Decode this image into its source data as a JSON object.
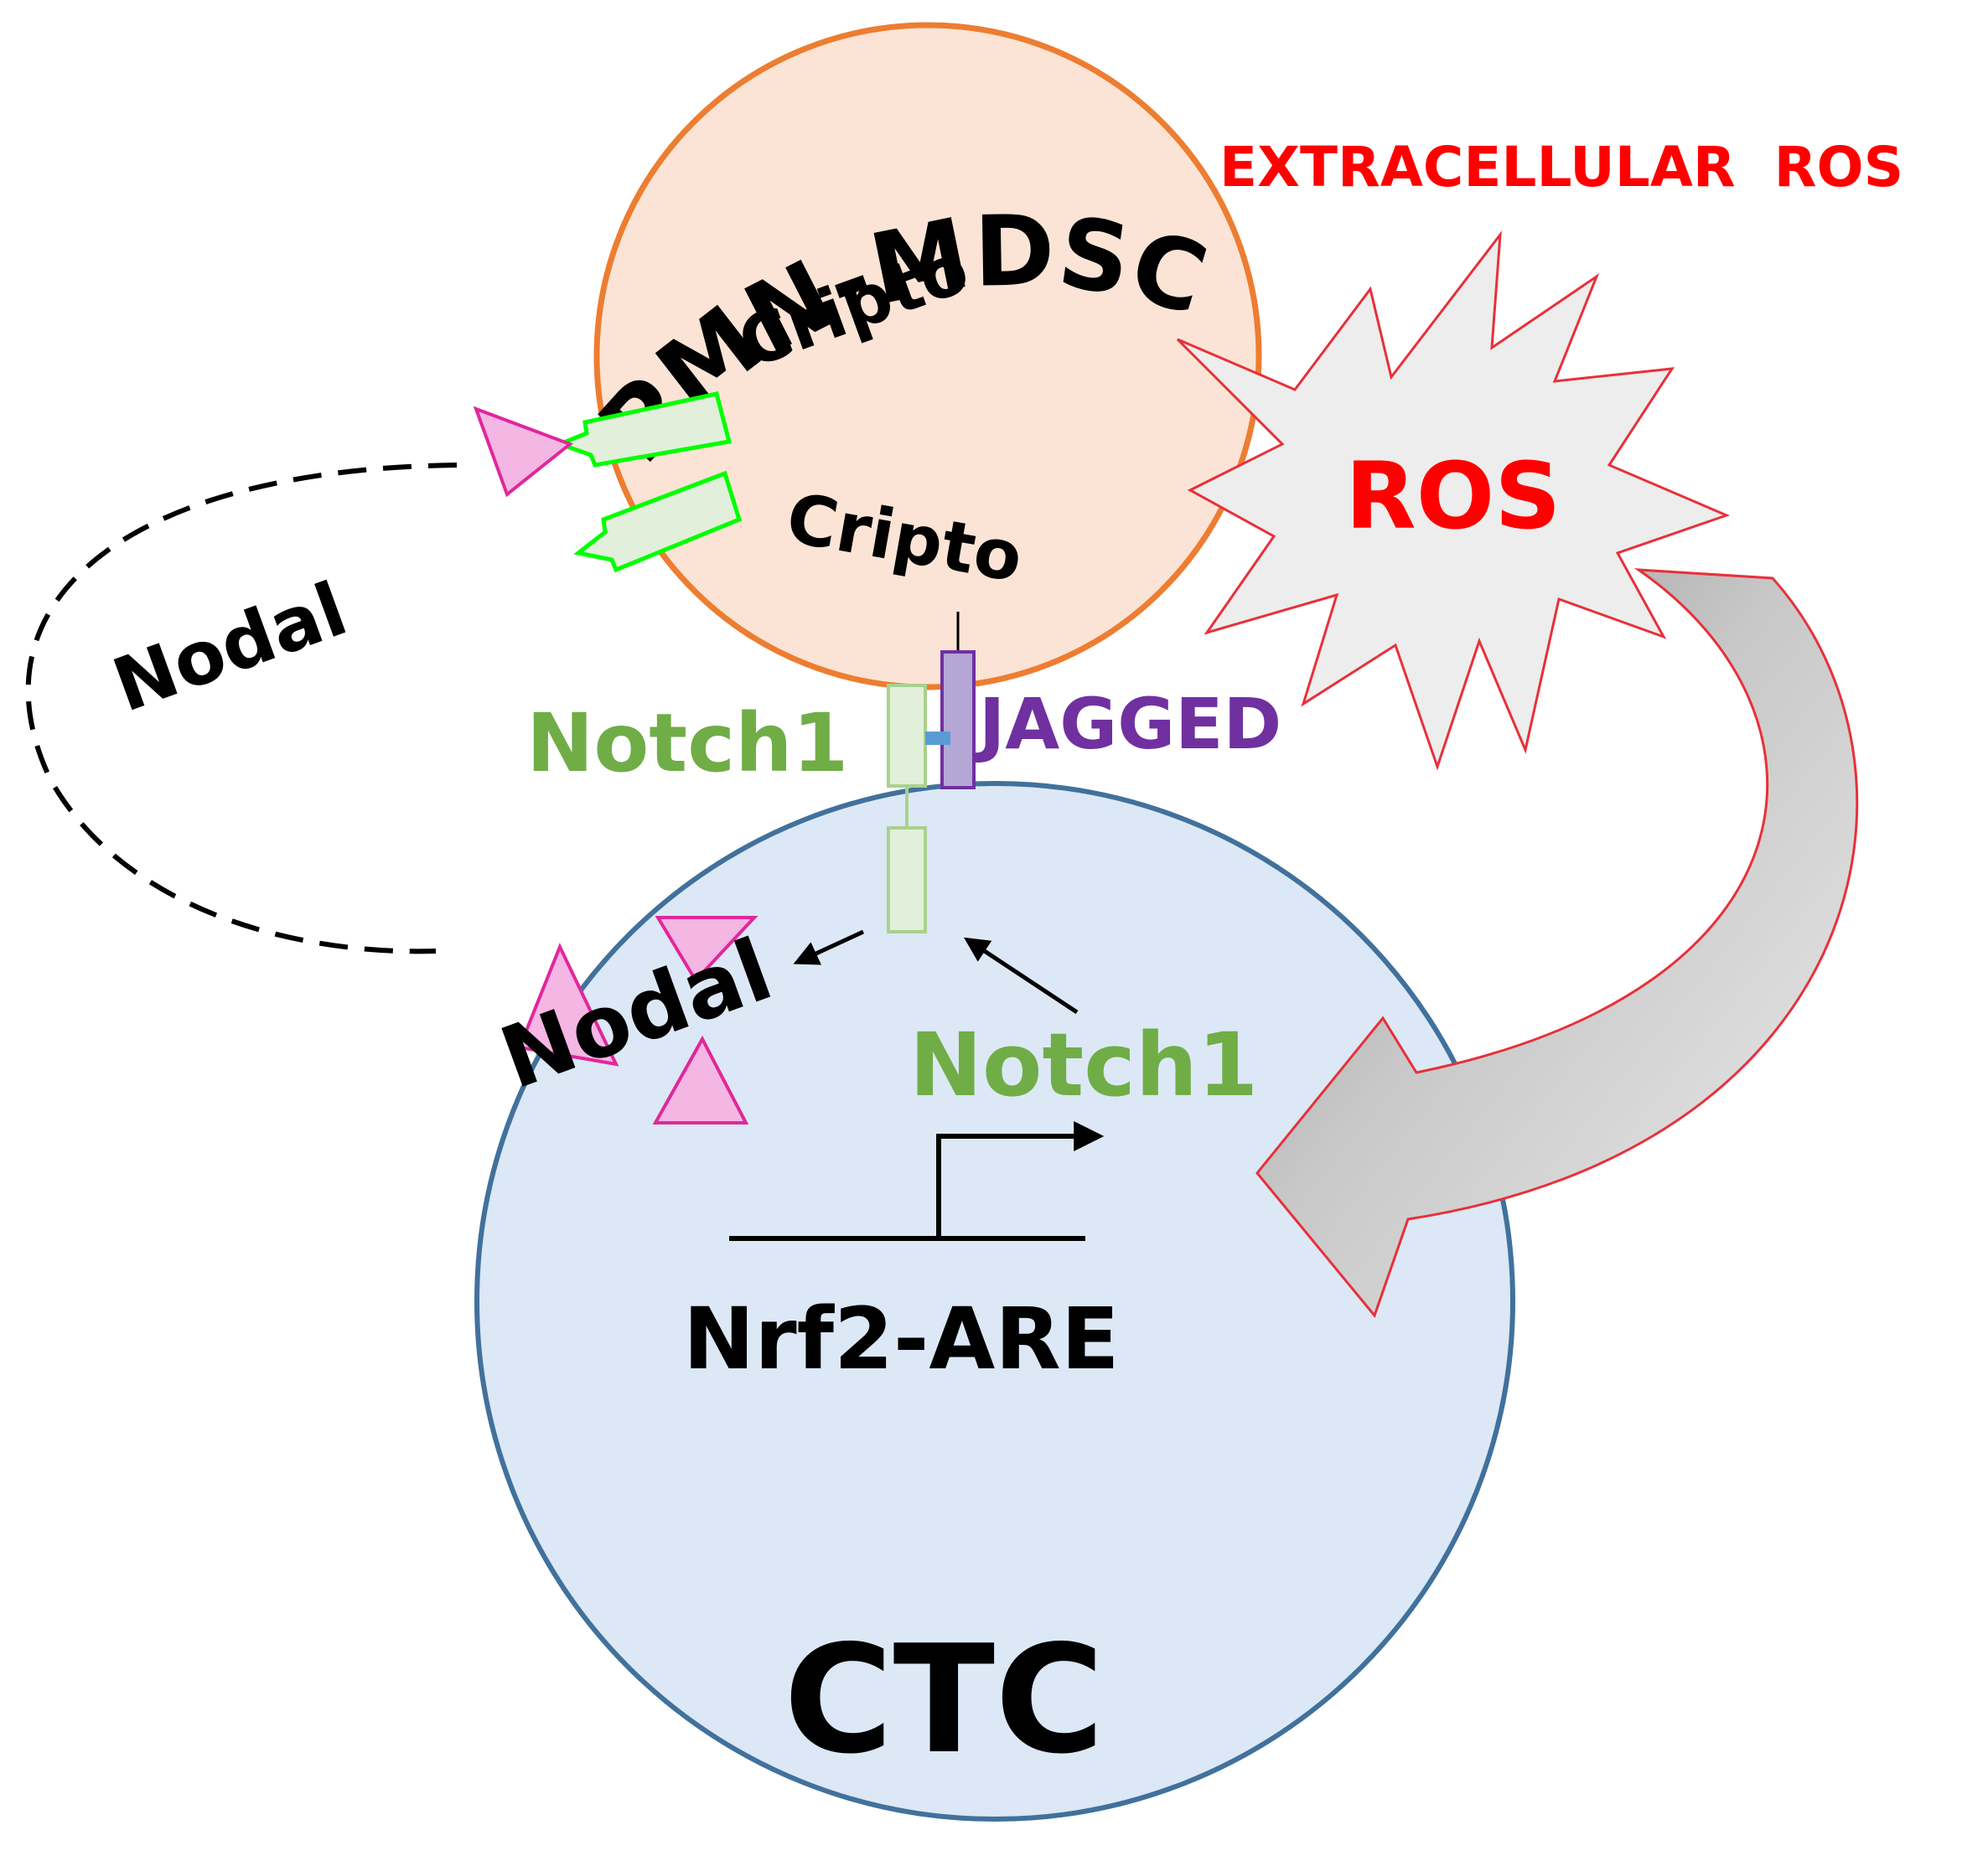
{
  "labels": {
    "pmn_mdsc": "PMN-MDSC",
    "cripto_top": "Cripto",
    "cripto_bottom": "Cripto",
    "extracellular_ros": "EXTRACELLULAR  ROS",
    "ros": "ROS",
    "nodal_loop": "Nodal",
    "notch1_receptor": "Notch1",
    "jagged": "JAGGED",
    "nodal_intracellular": "Nodal",
    "notch1_intracellular": "Notch1",
    "nrf2_are": "Nrf2-ARE",
    "ctc": "CTC"
  },
  "colors": {
    "mdsc_fill": "#fbe4d5",
    "mdsc_stroke": "#ed7d31",
    "ctc_fill": "#dce8f5",
    "ctc_stroke": "#41719c",
    "ros_red": "#ff0000",
    "notch_green": "#70ad47",
    "jagged_purple": "#7030a0",
    "cripto_green": "#00ff00",
    "nodal_pink": "#ff00ff"
  }
}
